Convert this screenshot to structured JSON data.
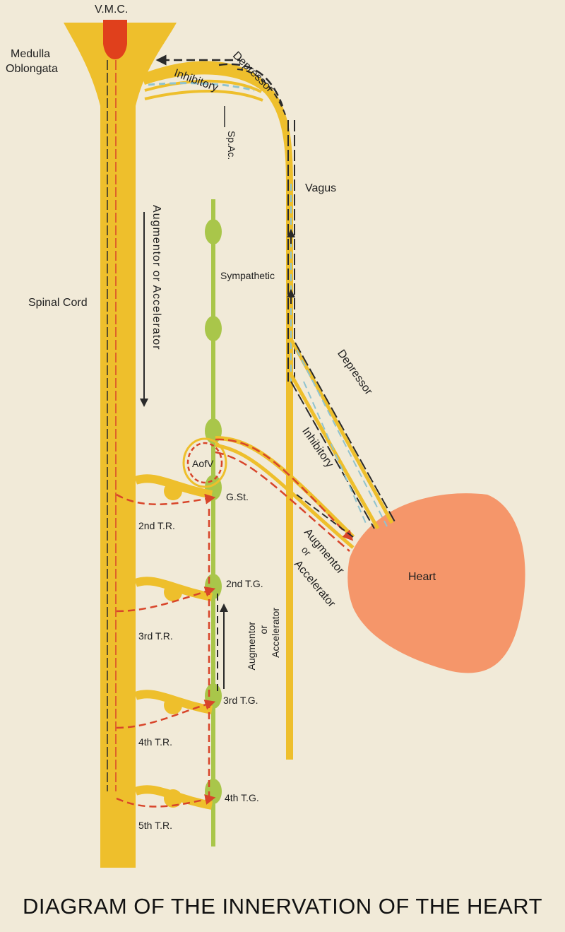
{
  "title": "DIAGRAM OF THE INNERVATION OF THE HEART",
  "labels": {
    "vmc": "V.M.C.",
    "medulla_1": "Medulla",
    "medulla_2": "Oblongata",
    "spinal_cord": "Spinal Cord",
    "vagus": "Vagus",
    "sympathetic": "Sympathetic",
    "a_of_v": "AofV",
    "g_st": "G.St.",
    "heart": "Heart",
    "inhibitory_top": "Inhibitory",
    "depressor_top": "Depressor",
    "sp_ac": "Sp.Ac.",
    "augmentor_or_accelerator_vertical": "Augmentor or Accelerator",
    "depressor_right": "Depressor",
    "inhibitory_right": "Inhibitory",
    "augmentor_lower": "Augmentor",
    "or_lower": "or",
    "accelerator_lower": "Accelerator",
    "augmentor_small": "Augmentor",
    "or_small": "or",
    "accelerator_small": "Accelerator",
    "tr2": "2nd T.R.",
    "tr3": "3rd T.R.",
    "tr4": "4th T.R.",
    "tr5": "5th T.R.",
    "tg2": "2nd T.G.",
    "tg3": "3rd T.G.",
    "tg4": "4th T.G."
  },
  "colors": {
    "background": "#f1ead8",
    "cord": "#eebf2c",
    "sympathetic_chain": "#a9c64a",
    "heart": "#f5966a",
    "vmc_center": "#e0401c",
    "nerve_red": "#d8452a",
    "nerve_dark": "#2a2a2a",
    "nerve_blue": "#8fc3cf"
  }
}
